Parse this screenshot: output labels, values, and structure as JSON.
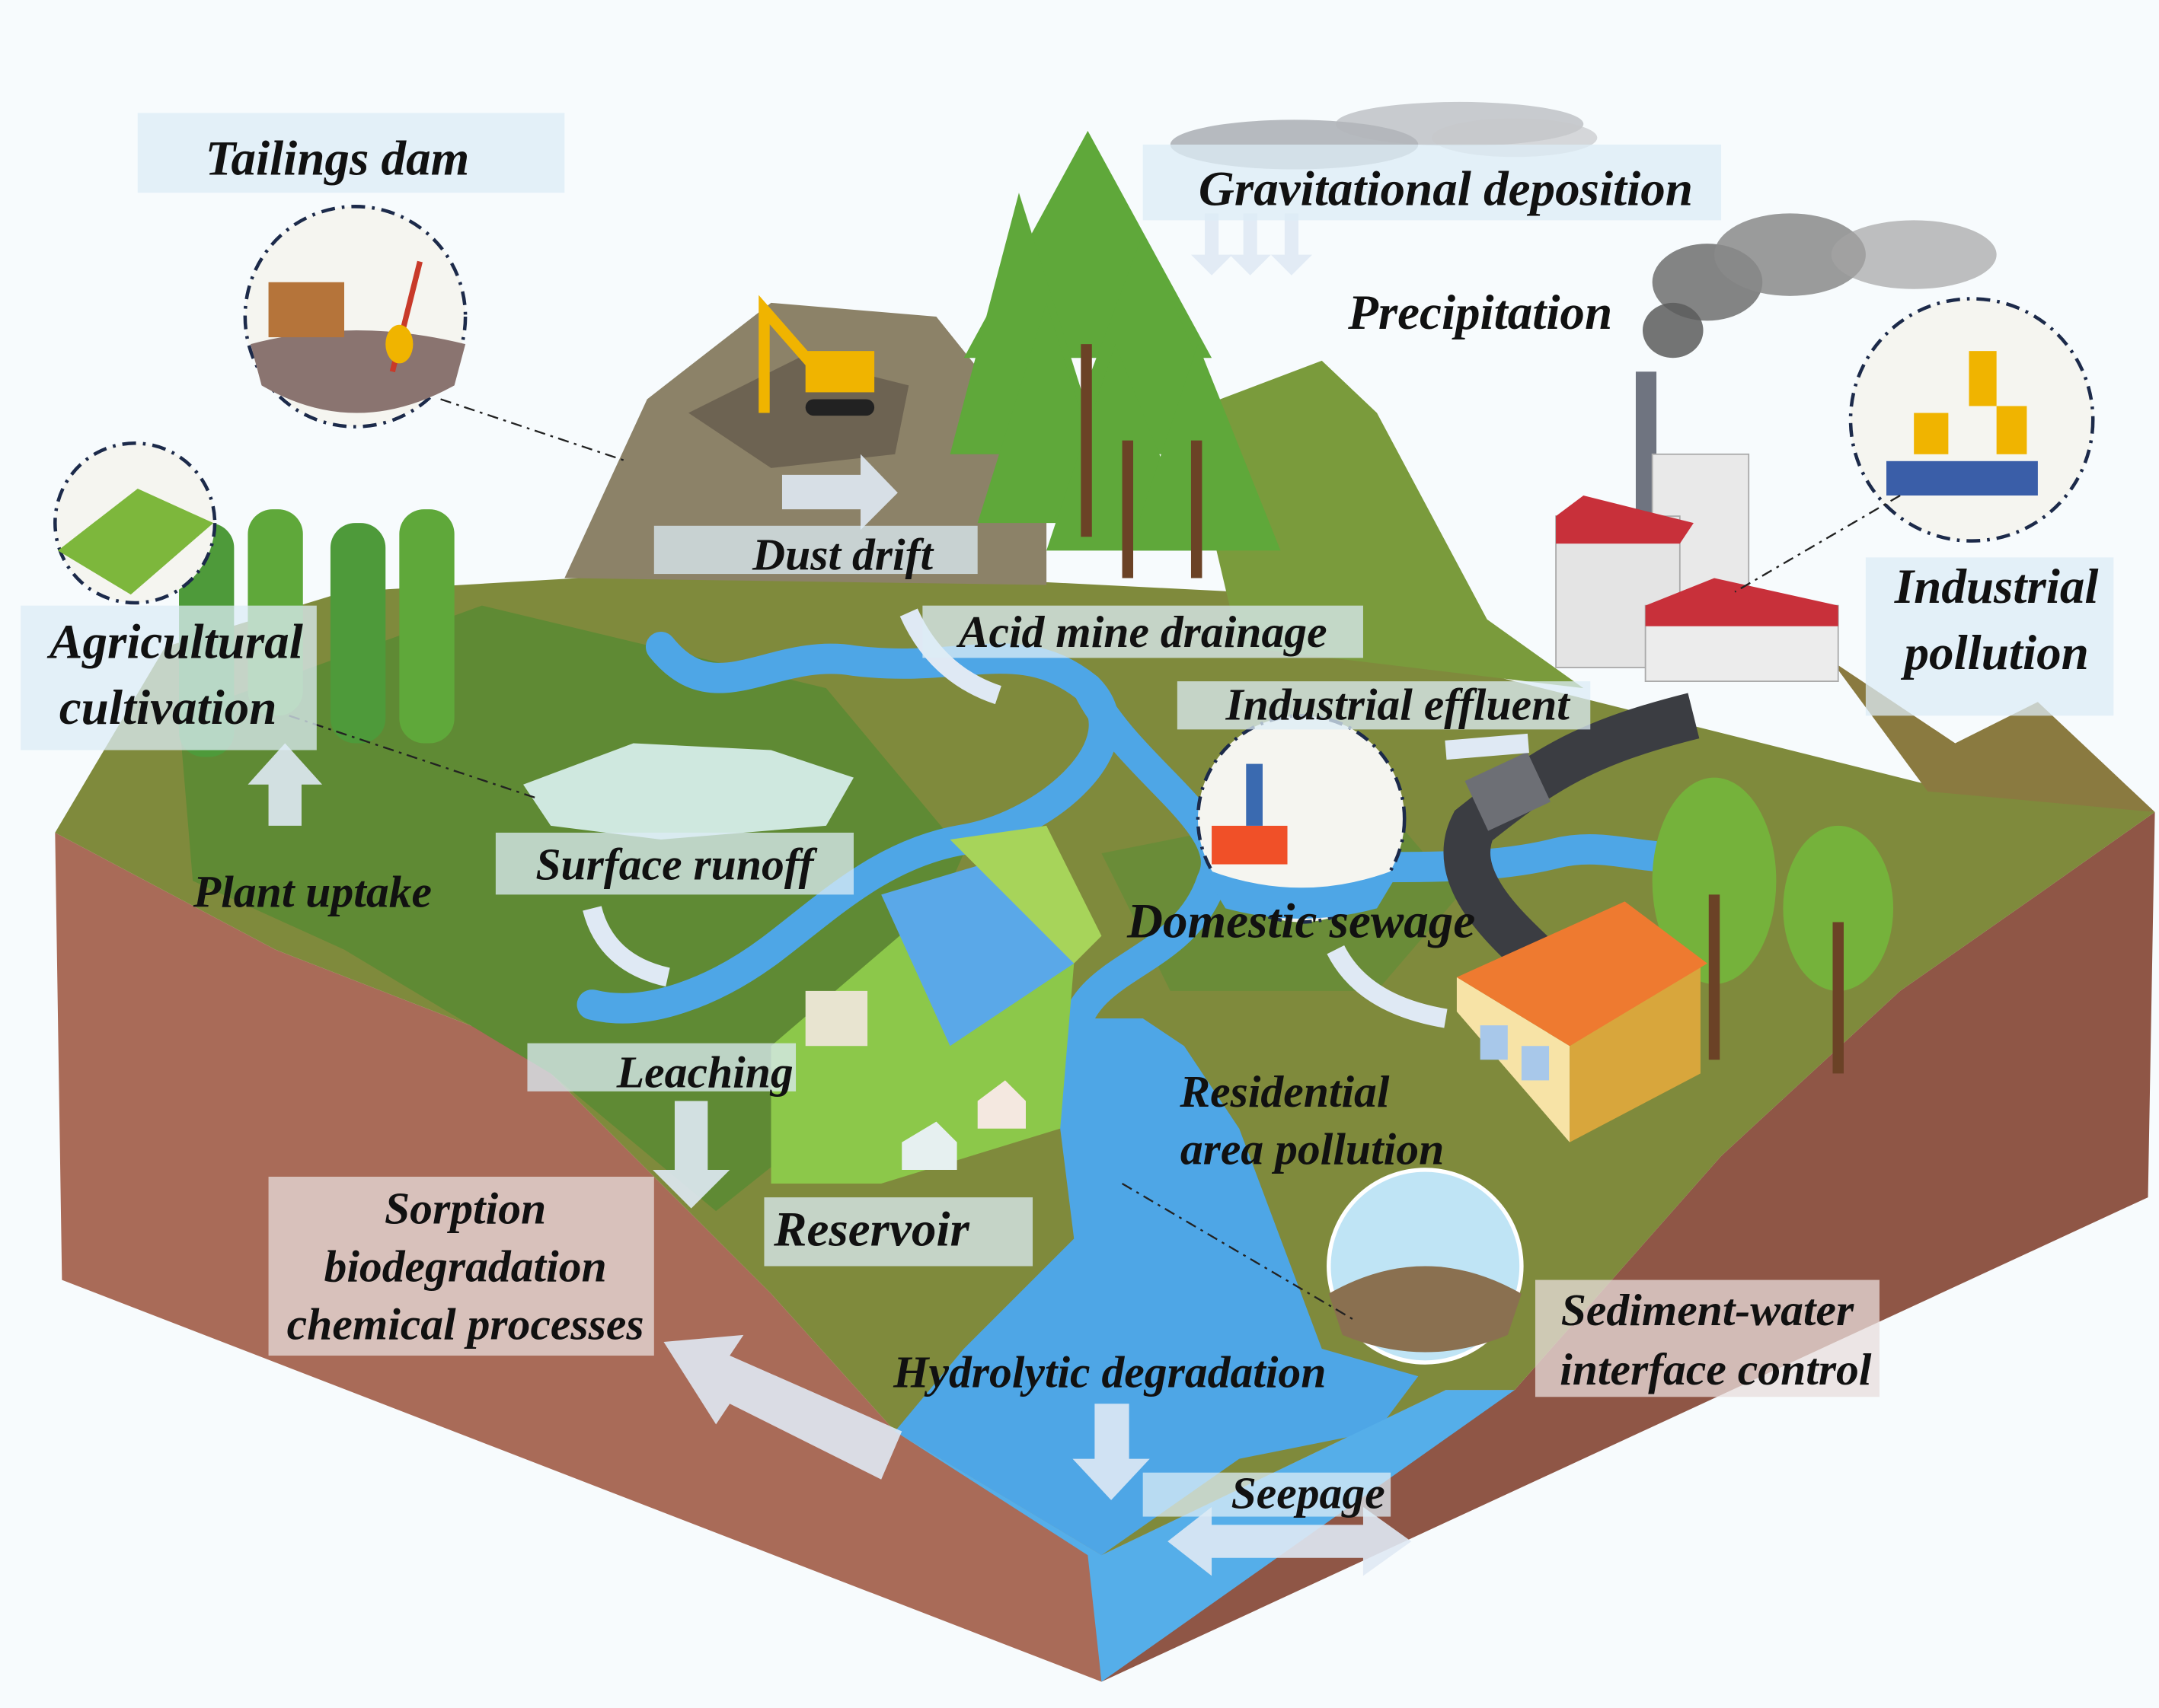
{
  "labels": {
    "tailings_dam": "Tailings dam",
    "gravitational_deposition": "Gravitational deposition",
    "precipitation": "Precipitation",
    "dust_drift": "Dust drift",
    "acid_mine_drainage": "Acid mine drainage",
    "industrial_pollution": [
      "Industrial",
      "pollution"
    ],
    "agricultural_cultivation": [
      "Agricultural",
      "cultivation"
    ],
    "industrial_effluent": "Industrial effluent",
    "surface_runoff": "Surface runoff",
    "plant_uptake": "Plant uptake",
    "domestic_sewage": "Domestic sewage",
    "leaching": "Leaching",
    "residential_area_pollution": [
      "Residential",
      "area pollution"
    ],
    "sorption": [
      "Sorption",
      "biodegradation",
      "chemical processes"
    ],
    "reservoir": "Reservoir",
    "sediment_water": [
      "Sediment-water",
      "interface control"
    ],
    "hydrolytic_degradation": "Hydrolytic degradation",
    "seepage": "Seepage"
  },
  "colors": {
    "soil": "#a96b58",
    "soil_dark": "#8c5443",
    "ground": "#7f8a3c",
    "grass": "#5f8a34",
    "water": "#4ea6e6",
    "tree": "#5fa83a",
    "trunk": "#6b4226",
    "roof": "#c8303a",
    "house_wall": "#f7e3a6",
    "house_roof": "#ee7a30"
  }
}
